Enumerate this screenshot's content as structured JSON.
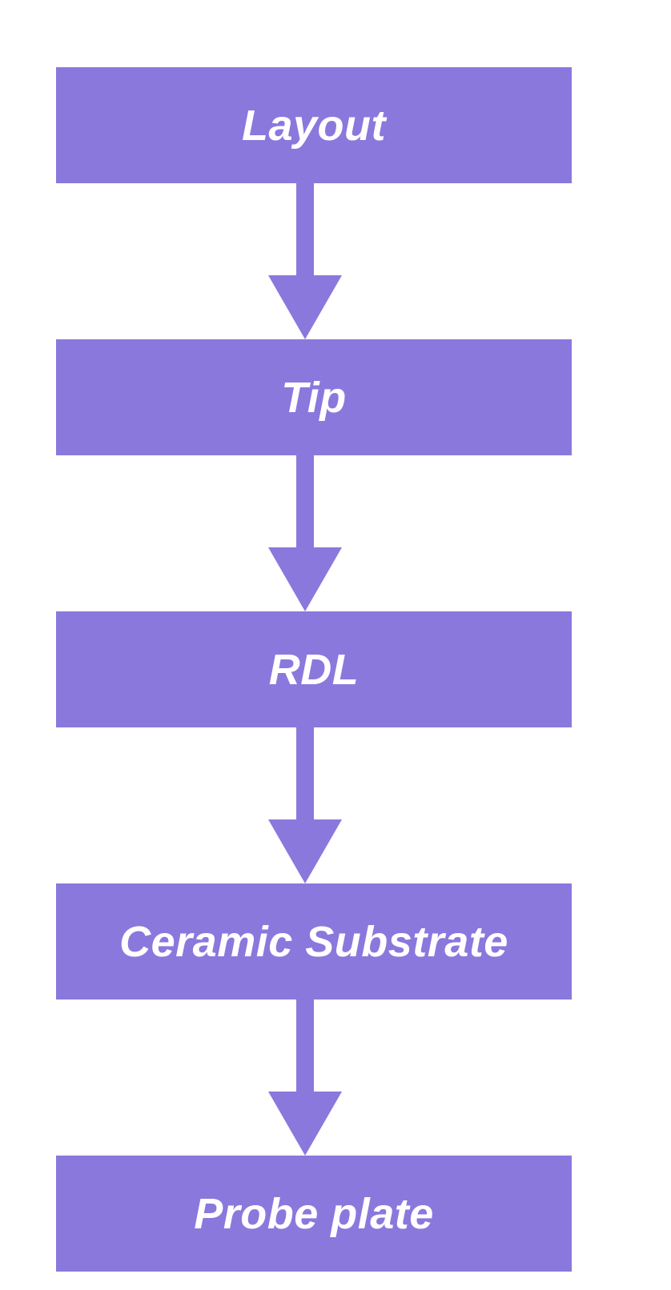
{
  "colors": {
    "box_fill": "#8b78dd",
    "arrow_fill": "#8b78dd",
    "label_color": "#ffffff",
    "background": "#ffffff"
  },
  "steps": [
    {
      "label": "Layout"
    },
    {
      "label": "Tip"
    },
    {
      "label": "RDL"
    },
    {
      "label": "Ceramic Substrate"
    },
    {
      "label": "Probe plate"
    }
  ]
}
